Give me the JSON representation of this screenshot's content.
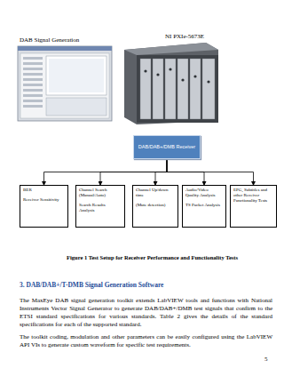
{
  "diagram": {
    "caption": "Figure 1 Test Setup for Receiver Performance and Functionality Tests",
    "nodes": [
      {
        "text": [
          "DAB/DAB+/DMB Receiver"
        ]
      },
      {
        "text": [
          "BER",
          "Receiver Sensitivity"
        ]
      },
      {
        "text": [
          "Channel Search (Manual/Auto)",
          "Search Results Analysis"
        ]
      },
      {
        "text": [
          "Channel Up/down time",
          "(Mute detection)"
        ]
      },
      {
        "text": [
          "Audio/Video Quality Analysis",
          "TS Packet Analysis"
        ]
      },
      {
        "text": [
          "EPG, Subtitles and other Receiver Functionality Tests"
        ]
      }
    ],
    "edges": [
      {
        "from": 0,
        "to": 1,
        "arrow": "to"
      },
      {
        "from": 0,
        "to": 2,
        "arrow": "to"
      },
      {
        "from": 0,
        "to": 3,
        "arrow": "to"
      },
      {
        "from": 0,
        "to": 4,
        "arrow": "to"
      },
      {
        "from": 0,
        "to": 5,
        "arrow": "to"
      }
    ],
    "labels": [
      "NI PXIe-5673E",
      "DAB Signal Generation",
      "3. DAB/DAB+/T-DMB Signal Generation Software",
      "The MaxEye DAB signal generation toolkit extends LabVIEW tools and functions with National Instruments Vector Signal Generator to generate DAB/DAB+/DMB test signals that confirm to the ETSI standard specifications for various standards. Table 2 gives the details of the standard specifications for each of the supported standard.",
      "The toolkit coding, modulation and other parameters can be easily configured using the LabVIEW API VIs to generate custom waveform for specific test requirements.",
      "5"
    ]
  }
}
